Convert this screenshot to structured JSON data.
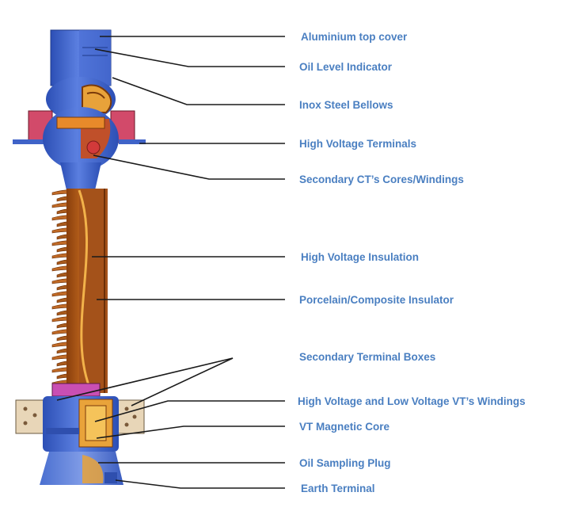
{
  "labels": [
    {
      "id": "aluminium-top-cover",
      "text": "Aluminium top cover"
    },
    {
      "id": "oil-level-indicator",
      "text": "Oil Level Indicator"
    },
    {
      "id": "inox-steel-bellows",
      "text": "Inox Steel Bellows"
    },
    {
      "id": "high-voltage-terminals",
      "text": "High Voltage Terminals"
    },
    {
      "id": "secondary-ct-cores",
      "text": "Secondary CT’s Cores/Windings"
    },
    {
      "id": "high-voltage-insulation",
      "text": "High Voltage Insulation"
    },
    {
      "id": "porcelain-composite-insulator",
      "text": "Porcelain/Composite Insulator"
    },
    {
      "id": "secondary-terminal-boxes",
      "text": "Secondary Terminal Boxes"
    },
    {
      "id": "hv-lv-vt-windings",
      "text": "High Voltage and Low Voltage VT’s Windings"
    },
    {
      "id": "vt-magnetic-core",
      "text": "VT Magnetic Core"
    },
    {
      "id": "oil-sampling-plug",
      "text": "Oil Sampling Plug"
    },
    {
      "id": "earth-terminal",
      "text": "Earth Terminal"
    }
  ],
  "colors": {
    "label": "#4a7fc1",
    "leader": "#1a1a1a",
    "metal_blue": "#3f63c8",
    "insulator_brown": "#b05a14",
    "core_orange": "#e08a2a",
    "magenta": "#d25aa8",
    "box_beige": "#e8d6b8"
  }
}
